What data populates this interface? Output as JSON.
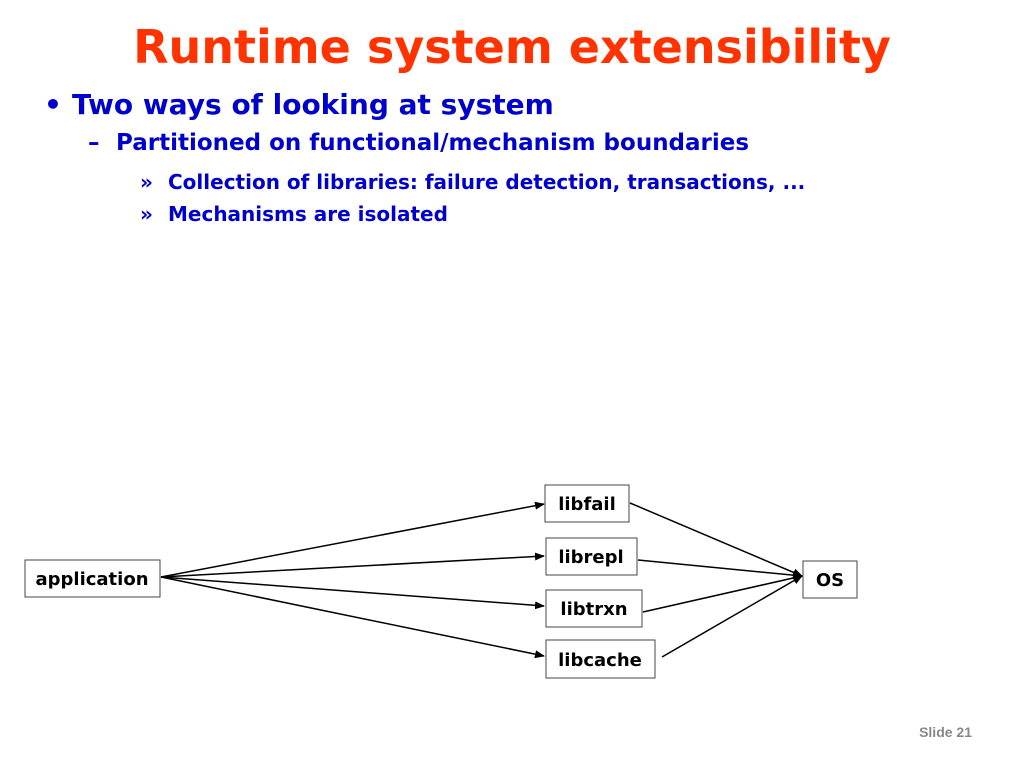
{
  "slide": {
    "title": "Runtime system extensibility",
    "bullets": {
      "level1": {
        "marker": "•",
        "text": "Two ways of looking at system"
      },
      "level2": {
        "marker": "–",
        "text": "Partitioned on functional/mechanism boundaries"
      },
      "level3": [
        {
          "marker": "»",
          "text": "Collection of libraries: failure detection, transactions, ..."
        },
        {
          "marker": "»",
          "text": "Mechanisms are isolated"
        }
      ]
    },
    "footer": "Slide 21"
  },
  "diagram": {
    "nodes": {
      "application": "application",
      "libfail": "libfail",
      "librepl": "librepl",
      "libtrxn": "libtrxn",
      "libcache": "libcache",
      "os": "OS"
    }
  },
  "colors": {
    "title": "#ff3300",
    "bullets": "#0000cc",
    "footer": "#888888"
  }
}
